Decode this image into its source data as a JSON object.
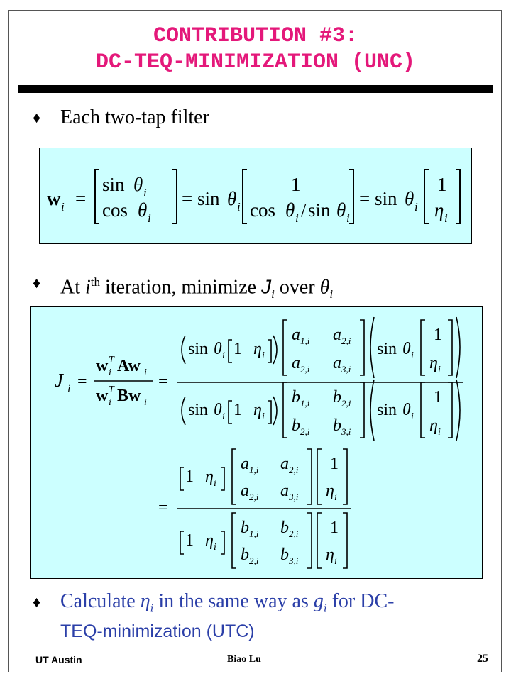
{
  "title": {
    "line1": "CONTRIBUTION #3:",
    "line2": "DC-TEQ-MINIMIZATION (UNC)"
  },
  "bullets": {
    "b1": "Each two-tap filter",
    "b2_prefix": "At ",
    "b2_i": "i",
    "b2_sup": "th",
    "b2_rest": " iteration, minimize ",
    "b2_J": "J",
    "b2_Jsub": "i",
    "b2_over": " over ",
    "b2_theta": "θ",
    "b2_thetasub": "i",
    "b3_calc": "Calculate ",
    "b3_eta": "η",
    "b3_etasub": "i",
    "b3_mid": " in the same way as ",
    "b3_g": "g",
    "b3_gsub": "i",
    "b3_for": " for DC-",
    "b3_line2": "TEQ-minimization (UTC)"
  },
  "symbols": {
    "w": "w",
    "i": "i",
    "eq": "=",
    "sin": "sin",
    "cos": "cos",
    "theta": "θ",
    "eta": "η",
    "one": "1",
    "slash": "/",
    "J": "J",
    "T": "T",
    "Aw": "Aw",
    "Bw": "Bw",
    "a1i": "a",
    "s1i": "1,i",
    "s2i": "2,i",
    "s3i": "3,i",
    "b": "b"
  },
  "footer": {
    "left": "UT Austin",
    "center": "Biao Lu",
    "page": "25"
  },
  "colors": {
    "title": "#e4187a",
    "box": "#ccffff",
    "blue_text": "#2b3fa8"
  }
}
